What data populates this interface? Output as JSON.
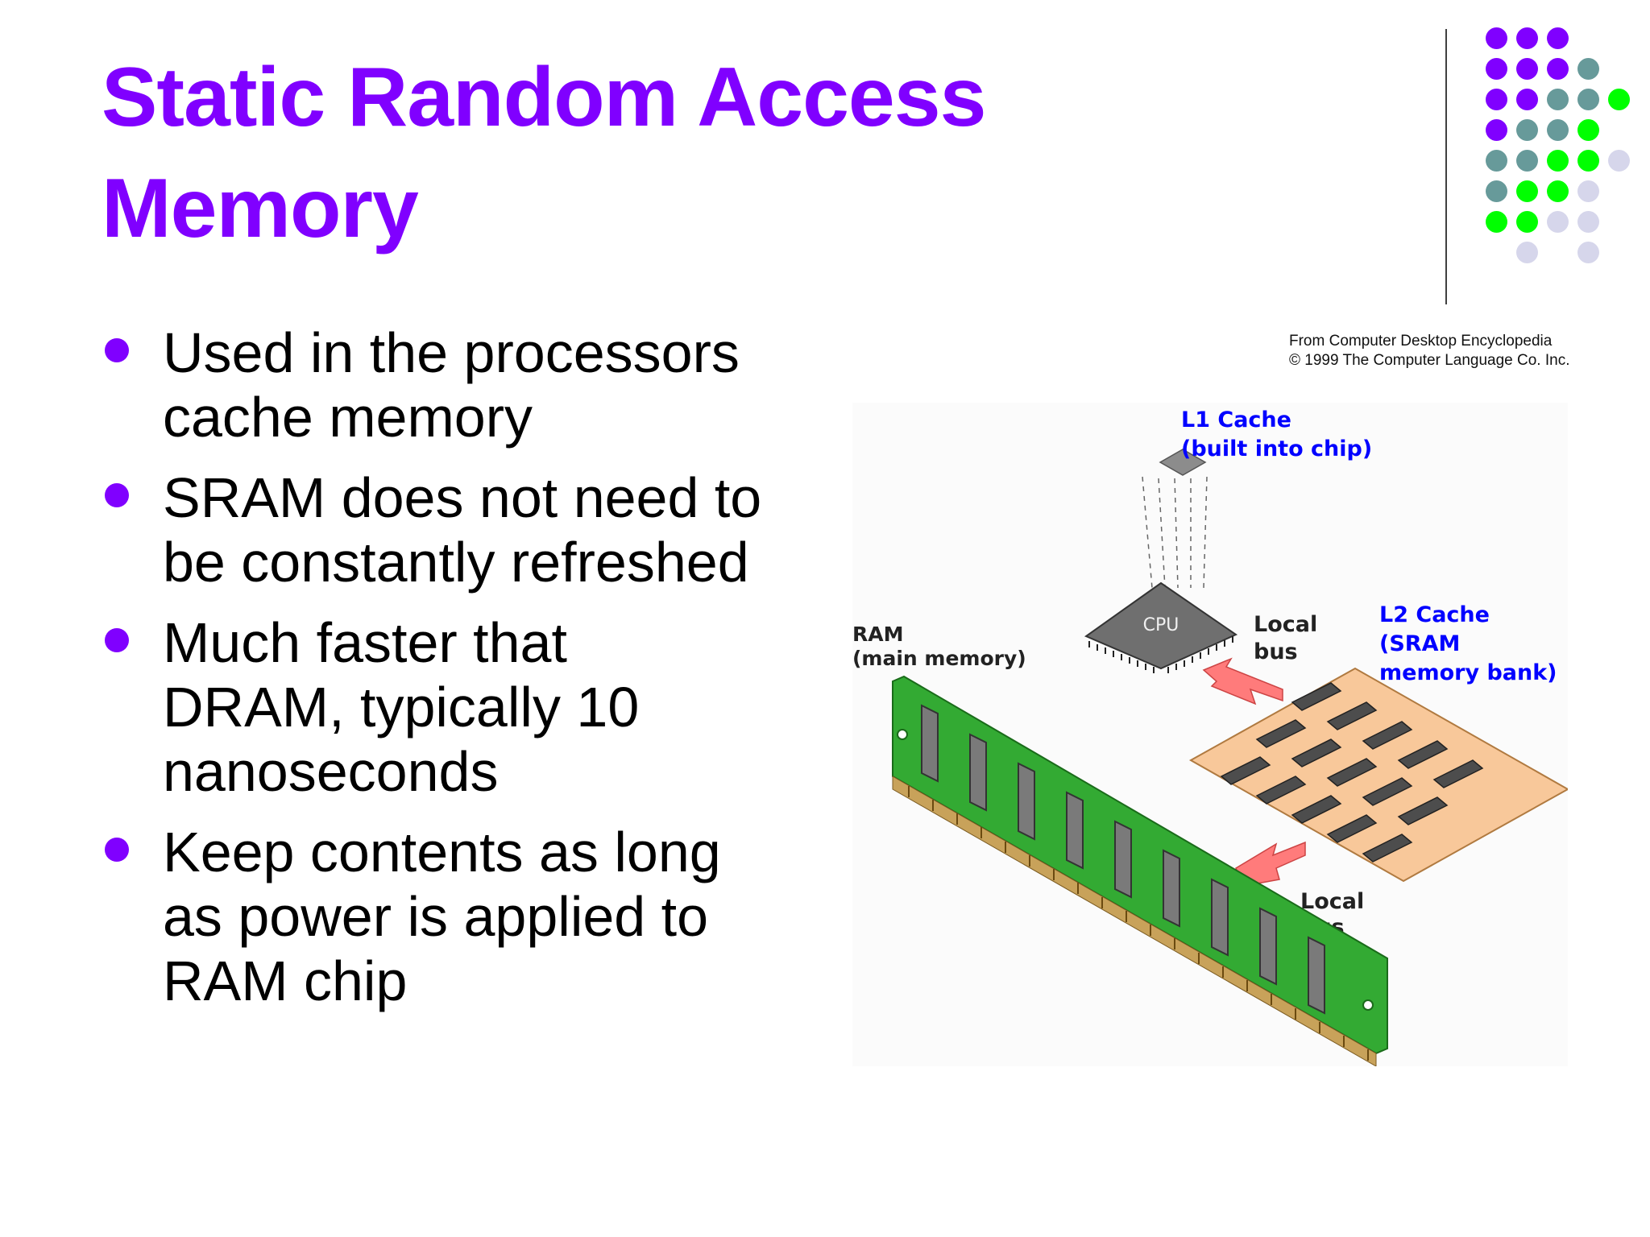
{
  "slide": {
    "title_line1": "Static Random Access",
    "title_line2": "Memory",
    "bullets": [
      [
        "Used in the processors",
        "cache memory"
      ],
      [
        "SRAM does not need to",
        "be constantly refreshed"
      ],
      [
        "Much faster that",
        "DRAM, typically 10",
        "nanoseconds"
      ],
      [
        "Keep contents as long",
        "as power is applied to",
        "RAM chip"
      ]
    ]
  },
  "credit": {
    "line1": "From Computer Desktop Encyclopedia",
    "line2": "© 1999 The Computer Language Co. Inc."
  },
  "diagram": {
    "l1_line1": "L1 Cache",
    "l1_line2": "(built into chip)",
    "cpu": "CPU",
    "local_bus_top_1": "Local",
    "local_bus_top_2": "bus",
    "l2_line1": "L2 Cache",
    "l2_line2": "(SRAM",
    "l2_line3": "memory bank)",
    "ram_line1": "RAM",
    "ram_line2": "(main memory)",
    "local_bus_bottom_1": "Local",
    "local_bus_bottom_2": "bus"
  },
  "colors": {
    "purple": "#8000ff",
    "teal": "#679a9a",
    "green": "#00ff00",
    "lavender": "#d6d6eb",
    "label_blue": "#0000ff",
    "pcb_green": "#33aa33",
    "l2_board": "#f8c89a",
    "bus_arrow": "#ff7b7b"
  },
  "decor": {
    "dot_rows": [
      [
        "purple",
        "purple",
        "purple",
        "",
        ""
      ],
      [
        "purple",
        "purple",
        "purple",
        "teal",
        ""
      ],
      [
        "purple",
        "purple",
        "teal",
        "teal",
        "green"
      ],
      [
        "purple",
        "teal",
        "teal",
        "green",
        ""
      ],
      [
        "teal",
        "teal",
        "green",
        "green",
        "lavender"
      ],
      [
        "teal",
        "green",
        "green",
        "lavender",
        ""
      ],
      [
        "green",
        "green",
        "lavender",
        "lavender",
        ""
      ],
      [
        "",
        "lavender",
        "",
        "lavender",
        ""
      ]
    ]
  }
}
